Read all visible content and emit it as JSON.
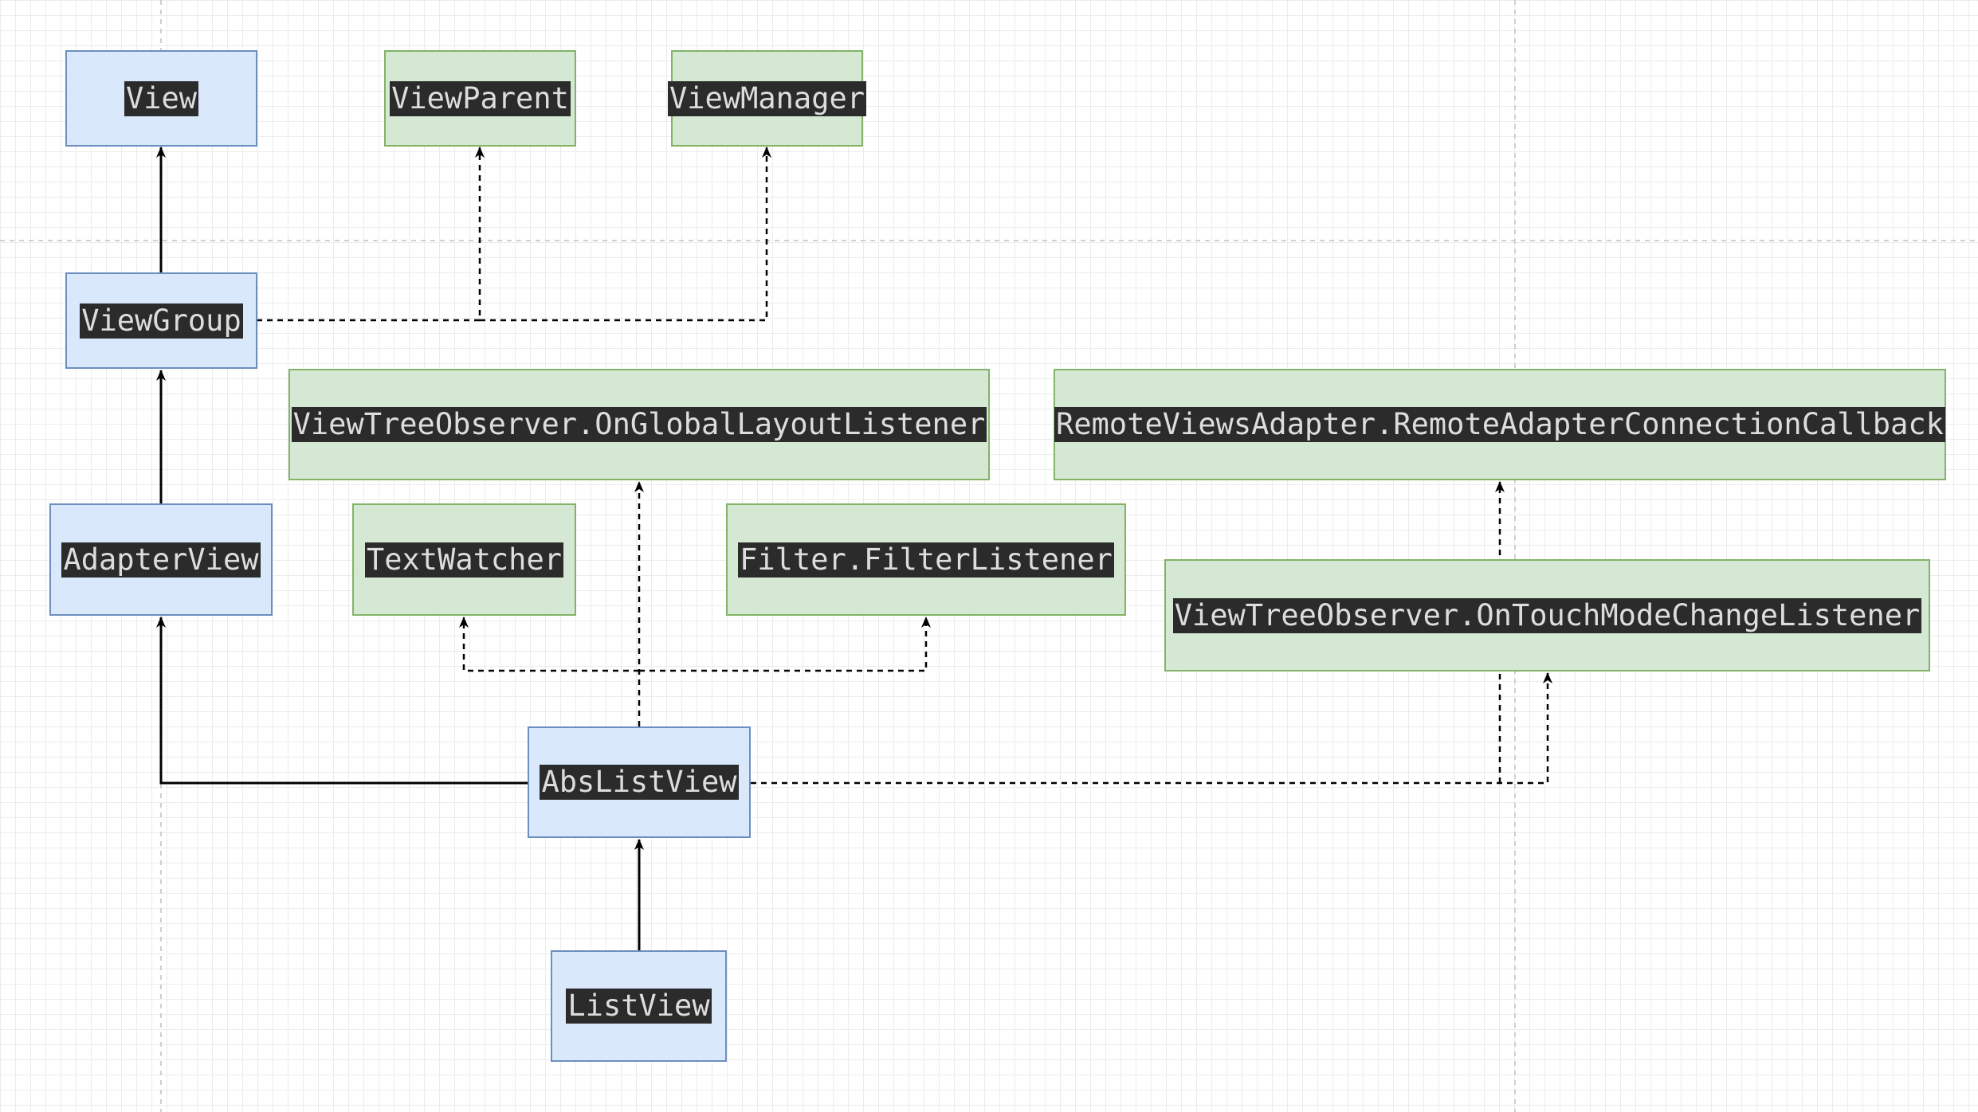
{
  "nodes": {
    "view": "View",
    "viewparent": "ViewParent",
    "viewmanager": "ViewManager",
    "viewgroup": "ViewGroup",
    "global_layout_listener": "ViewTreeObserver.OnGlobalLayoutListener",
    "remote_adapter_callback": "RemoteViewsAdapter.RemoteAdapterConnectionCallback",
    "adapterview": "AdapterView",
    "textwatcher": "TextWatcher",
    "filter_listener": "Filter.FilterListener",
    "touch_mode_listener": "ViewTreeObserver.OnTouchModeChangeListener",
    "abslistview": "AbsListView",
    "listview": "ListView"
  },
  "colors": {
    "class_fill": "#dae8fc",
    "class_stroke": "#6c8ebf",
    "interface_fill": "#d5e8d4",
    "interface_stroke": "#82b366",
    "label_background": "#2b2b2b",
    "label_text": "#dddddd",
    "edge": "#000000"
  }
}
